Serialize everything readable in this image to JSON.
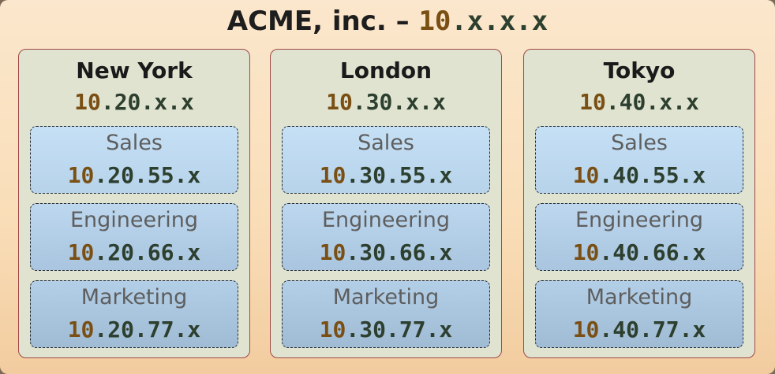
{
  "title": {
    "org": "ACME, inc. – ",
    "net_prefix": "10",
    "net_suffix": ".x.x.x"
  },
  "sites": [
    {
      "name": "New York",
      "net_prefix": "10",
      "net_suffix": ".20.x.x",
      "departments": [
        {
          "name": "Sales",
          "net_prefix": "10",
          "net_suffix": ".20.55.x"
        },
        {
          "name": "Engineering",
          "net_prefix": "10",
          "net_suffix": ".20.66.x"
        },
        {
          "name": "Marketing",
          "net_prefix": "10",
          "net_suffix": ".20.77.x"
        }
      ]
    },
    {
      "name": "London",
      "net_prefix": "10",
      "net_suffix": ".30.x.x",
      "departments": [
        {
          "name": "Sales",
          "net_prefix": "10",
          "net_suffix": ".30.55.x"
        },
        {
          "name": "Engineering",
          "net_prefix": "10",
          "net_suffix": ".30.66.x"
        },
        {
          "name": "Marketing",
          "net_prefix": "10",
          "net_suffix": ".30.77.x"
        }
      ]
    },
    {
      "name": "Tokyo",
      "net_prefix": "10",
      "net_suffix": ".40.x.x",
      "departments": [
        {
          "name": "Sales",
          "net_prefix": "10",
          "net_suffix": ".40.55.x"
        },
        {
          "name": "Engineering",
          "net_prefix": "10",
          "net_suffix": ".40.66.x"
        },
        {
          "name": "Marketing",
          "net_prefix": "10",
          "net_suffix": ".40.77.x"
        }
      ]
    }
  ],
  "colors": {
    "network_prefix": "#7a4f14",
    "host_part": "#2d3f2e",
    "site_border": "#a04848",
    "site_fill": "#dfe3d0",
    "department_fill": "#c5e0f5"
  }
}
